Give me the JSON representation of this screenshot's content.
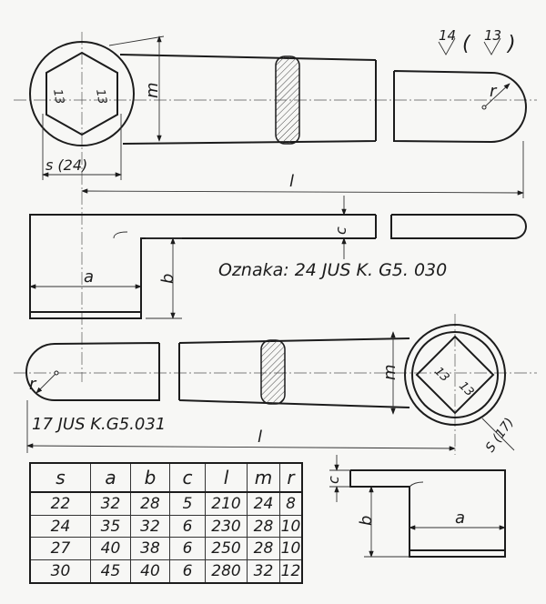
{
  "surface_marks": {
    "primary": "14",
    "secondary": "13"
  },
  "top_view": {
    "hex_flat_1": "13",
    "hex_flat_2": "13",
    "dim_m": "m",
    "dim_r": "r",
    "dim_s": "s (24)",
    "dim_l": "l"
  },
  "side_view": {
    "dim_c": "c",
    "dim_a": "a",
    "dim_b": "b",
    "designation": "Oznaka: 24 JUS K. G5. 030"
  },
  "bottom_view": {
    "square_flat_1": "13",
    "square_flat_2": "13",
    "dim_m": "m",
    "dim_r": "r",
    "dim_s": "S (17)",
    "dim_l": "l",
    "designation": "17 JUS K.G5.031"
  },
  "bottom_side_view": {
    "dim_c": "c",
    "dim_b": "b",
    "dim_a": "a"
  },
  "table": {
    "headers": [
      "s",
      "a",
      "b",
      "c",
      "l",
      "m",
      "r"
    ],
    "rows": [
      [
        "22",
        "32",
        "28",
        "5",
        "210",
        "24",
        "8"
      ],
      [
        "24",
        "35",
        "32",
        "6",
        "230",
        "28",
        "10"
      ],
      [
        "27",
        "40",
        "38",
        "6",
        "250",
        "28",
        "10"
      ],
      [
        "30",
        "45",
        "40",
        "6",
        "280",
        "32",
        "12"
      ]
    ]
  }
}
